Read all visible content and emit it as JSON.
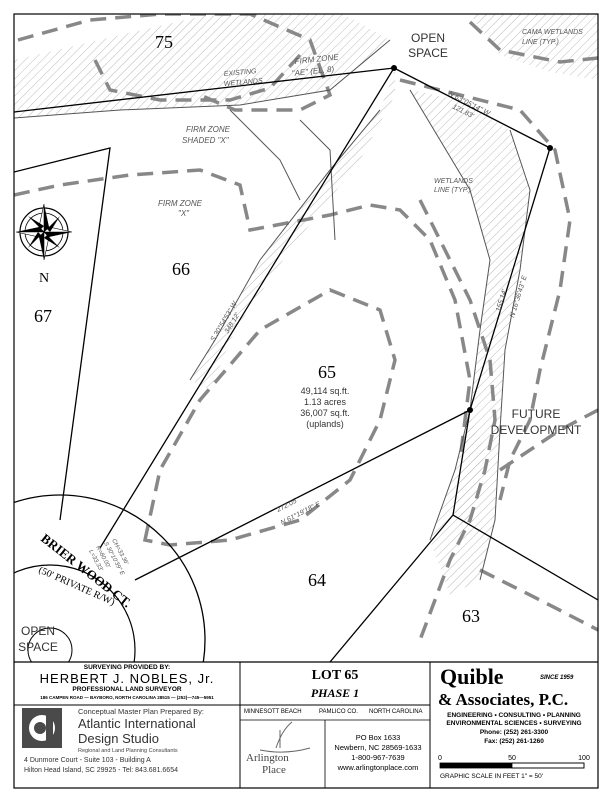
{
  "map": {
    "lot_numbers": {
      "lot75": "75",
      "lot66": "66",
      "lot67": "67",
      "lot65": "65",
      "lot64": "64",
      "lot63": "63"
    },
    "labels": {
      "open_space_top_1": "OPEN",
      "open_space_top_2": "SPACE",
      "firm_ae_1": "FIRM ZONE",
      "firm_ae_2": "\"AE\" (EL. 8)",
      "existing_wetlands_1": "EXISTING",
      "existing_wetlands_2": "WETLANDS",
      "cama_1": "CAMA WETLANDS",
      "cama_2": "LINE (TYP.)",
      "firm_shaded_1": "FIRM ZONE",
      "firm_shaded_2": "SHADED \"X\"",
      "firm_x_1": "FIRM ZONE",
      "firm_x_2": "\"X\"",
      "wetlands_line_1": "WETLANDS",
      "wetlands_line_2": "LINE (TYP.)",
      "future_dev_1": "FUTURE",
      "future_dev_2": "DEVELOPMENT",
      "open_space_bottom_1": "OPEN",
      "open_space_bottom_2": "SPACE",
      "north": "N",
      "street_1": "BRIER WOOD CT.",
      "street_2": "(50' PRIVATE R/W)"
    },
    "lot_area": {
      "line1": "49,114 sq.ft.",
      "line2": "1.13 acres",
      "line3": "36,007 sq.ft.",
      "line4": "(uplands)"
    },
    "bearings": {
      "top_bearing": "N 63°05'14\" W",
      "top_dist": "121.83'",
      "left_bearing": "S 30°54'53\" W",
      "left_dist": "348.12'",
      "right_dist": "155.14'",
      "right_bearing": "N 16°36'43\" E",
      "bottom_dist": "272.05'",
      "bottom_bearing": "N 61°19'18\" E",
      "curve_1": "CH=33.36'",
      "curve_2": "S 30°10'39\" E",
      "curve_3": "R=80.00'",
      "curve_4": "L=33.33'"
    }
  },
  "title_block": {
    "surveyor": {
      "provided_by": "SURVEYING PROVIDED BY:",
      "name": "HERBERT J. NOBLES, Jr.",
      "title": "PROFESSIONAL LAND SURVEYOR",
      "address": "186 CAMPEN ROAD — BAYBORO, NORTH CAROLINA 28515 — (252)—745—5951"
    },
    "lot": {
      "lot": "LOT 65",
      "phase": "PHASE 1"
    },
    "location": {
      "beach": "MINNESOTT BEACH",
      "county": "PAMLICO CO.",
      "state": "NORTH CAROLINA"
    },
    "quible": {
      "name_1": "Quible",
      "name_2": "& Associates, P.C.",
      "since": "SINCE 1959",
      "services_1": "ENGINEERING  •  CONSULTING  •  PLANNING",
      "services_2": "ENVIRONMENTAL SCIENCES  •  SURVEYING",
      "phone": "Phone: (252) 261-3300",
      "fax": "Fax: (252) 261-1260",
      "scale_0": "0",
      "scale_50": "50",
      "scale_100": "100",
      "scale_text": "GRAPHIC SCALE IN FEET 1\" = 50'"
    },
    "aids": {
      "prepared_by": "Conceptual Master Plan Prepared By:",
      "name_1": "Atlantic International",
      "name_2": "Design Studio",
      "tagline": "Regional and Land Planning Consultants",
      "address_1": "4 Dunmore Court - Suite 103 - Building A",
      "address_2": "Hilton Head Island, SC  29925 - Tel:  843.681.6654"
    },
    "arlington": {
      "logo_1": "Arlington",
      "logo_2": "Place",
      "po": "PO Box 1633",
      "city": "Newbern, NC 28569-1633",
      "phone": "1-800-967-7639",
      "web": "www.arlingtonplace.com"
    }
  }
}
